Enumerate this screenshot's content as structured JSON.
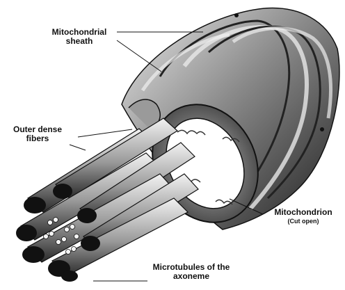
{
  "labels": {
    "mitochondrial_sheath": [
      "Mitochondrial",
      "sheath"
    ],
    "outer_dense_fibers": [
      "Outer dense",
      "fibers"
    ],
    "mitochondrion": "Mitochondrion",
    "mitochondrion_note": "(Cut open)",
    "microtubules": [
      "Microtubules of the",
      "axoneme"
    ]
  },
  "colors": {
    "ink": "#111111",
    "paper": "#ffffff",
    "shade_dark": "#2a2a2a",
    "shade_mid": "#7a7a7a",
    "shade_light": "#d8d8d8"
  }
}
